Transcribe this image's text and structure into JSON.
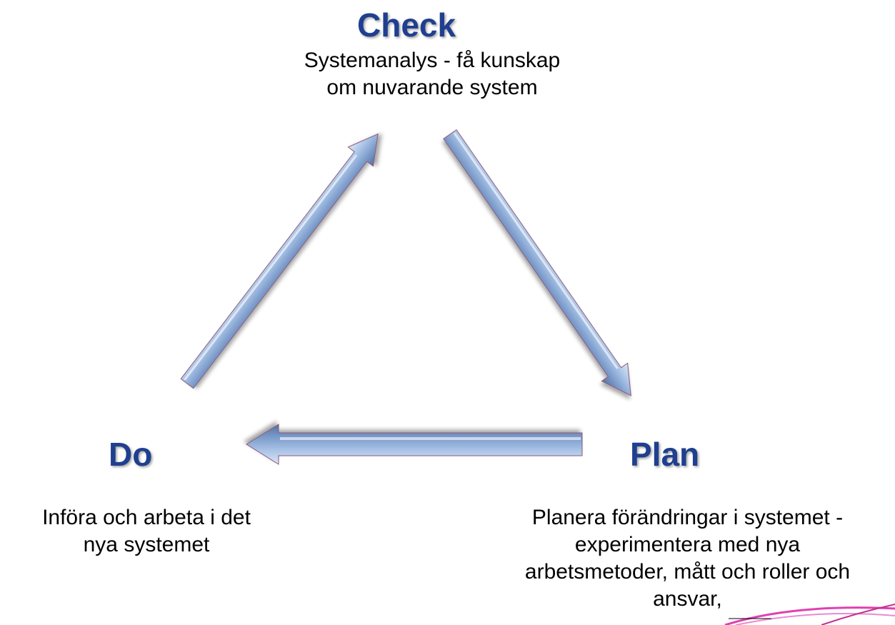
{
  "check": {
    "title": "Check",
    "description_lines": [
      "Systemanalys - få kunskap",
      "om nuvarande system"
    ]
  },
  "plan": {
    "title": "Plan",
    "description_lines": [
      "Planera förändringar i systemet -",
      "experimentera med nya",
      "arbetsmetoder, mått och roller och",
      "ansvar,"
    ]
  },
  "do": {
    "title": "Do",
    "description_lines": [
      "Införa och arbeta i det",
      "nya systemet"
    ]
  },
  "colors": {
    "heading": "#1f3f8f",
    "arrow_light": "#b9d3f0",
    "arrow_mid": "#7f9fcf",
    "arrow_dark": "#4b6aa3",
    "accent_swoosh": "#e040b0"
  }
}
